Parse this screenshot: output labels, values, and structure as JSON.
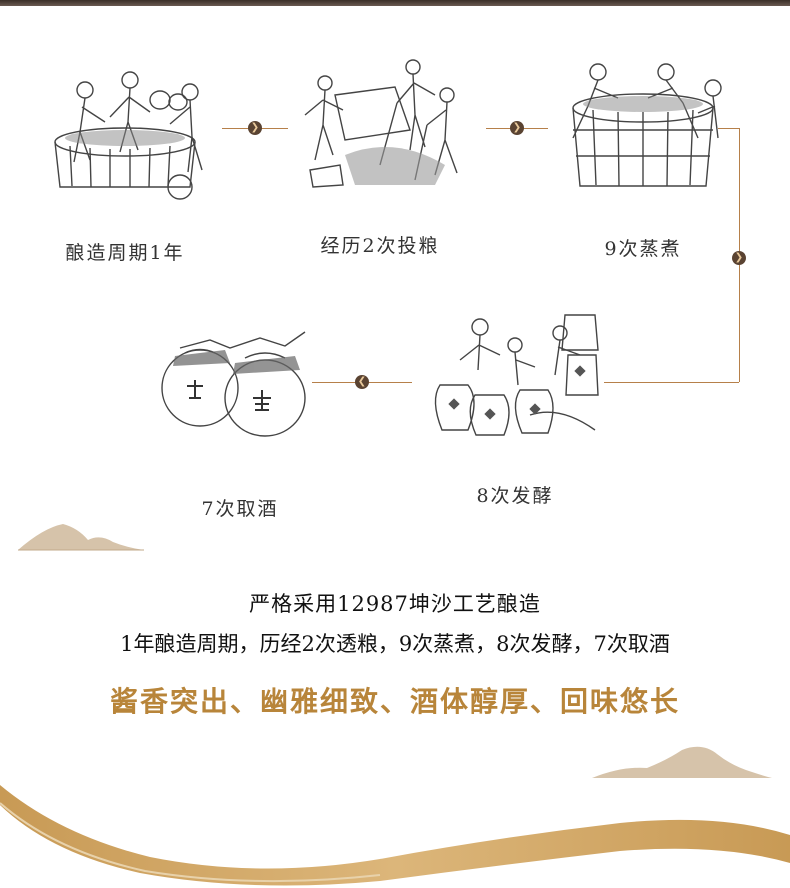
{
  "steps": [
    {
      "label": "酿造周期1年",
      "icon": "workers-stirring-grain-icon"
    },
    {
      "label": "经历2次投粮",
      "icon": "workers-shoveling-grain-icon"
    },
    {
      "label": "9次蒸煮",
      "icon": "workers-steaming-vat-icon"
    },
    {
      "label": "8次发酵",
      "icon": "workers-with-jars-icon"
    },
    {
      "label": "7次取酒",
      "icon": "liquor-jars-icon"
    }
  ],
  "summary": {
    "line1": "严格采用12987坤沙工艺酿造",
    "line2": "1年酿造周期，历经2次透粮，9次蒸煮，8次发酵，7次取酒",
    "line3": "酱香突出、幽雅细致、酒体醇厚、回味悠长"
  },
  "colors": {
    "accent": "#b8853a",
    "connector": "#b6804a",
    "arrow_fill": "#5a4332",
    "mountain": "#d6c3aa",
    "wave": "#c9a064"
  }
}
